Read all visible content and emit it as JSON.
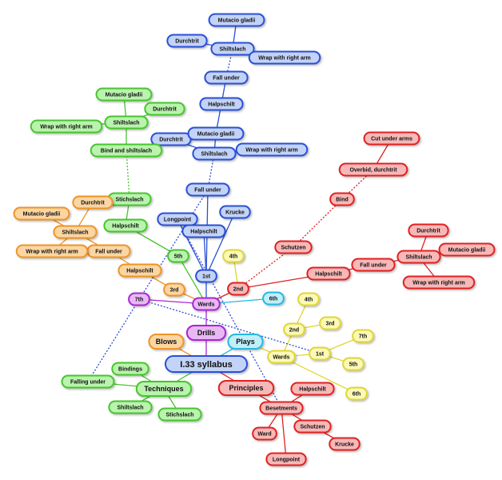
{
  "diagram": {
    "palette": {
      "blue": {
        "fill": "#c3d3f7",
        "stroke": "#2b4fd6"
      },
      "green": {
        "fill": "#b9f3ad",
        "stroke": "#47c52f"
      },
      "orange": {
        "fill": "#fbd6a3",
        "stroke": "#ee9428"
      },
      "red": {
        "fill": "#f8b8b8",
        "stroke": "#df2020"
      },
      "yellow": {
        "fill": "#fbf9b7",
        "stroke": "#e0d634"
      },
      "purple": {
        "fill": "#e8b8f5",
        "stroke": "#a826d3"
      },
      "cyan": {
        "fill": "#c0eefa",
        "stroke": "#28b8e0"
      }
    },
    "nodes": [
      {
        "id": "root",
        "label": "I.33 syllabus",
        "color": "blue"
      },
      {
        "id": "drills",
        "label": "Drills",
        "color": "purple"
      },
      {
        "id": "plays",
        "label": "Plays",
        "color": "cyan"
      },
      {
        "id": "blows",
        "label": "Blows",
        "color": "orange"
      },
      {
        "id": "principles",
        "label": "Principles",
        "color": "red"
      },
      {
        "id": "techniques",
        "label": "Techniques",
        "color": "green"
      },
      {
        "id": "w-wards",
        "label": "Wards",
        "color": "purple"
      },
      {
        "id": "w-7th",
        "label": "7th",
        "color": "purple"
      },
      {
        "id": "w-1st",
        "label": "1st",
        "color": "blue"
      },
      {
        "id": "w-2nd",
        "label": "2nd",
        "color": "red"
      },
      {
        "id": "w-3rd",
        "label": "3rd",
        "color": "orange"
      },
      {
        "id": "w-5th",
        "label": "5th",
        "color": "green"
      },
      {
        "id": "w-4th",
        "label": "4th",
        "color": "yellow"
      },
      {
        "id": "w-6th",
        "label": "6th",
        "color": "cyan"
      },
      {
        "id": "b-longpoint",
        "label": "Longpoint",
        "color": "blue"
      },
      {
        "id": "b-krucke",
        "label": "Krucke",
        "color": "blue"
      },
      {
        "id": "b-halpschilt",
        "label": "Halpschilt",
        "color": "blue"
      },
      {
        "id": "b-fallunder1",
        "label": "Fall under",
        "color": "blue"
      },
      {
        "id": "b-shiltslach1",
        "label": "Shiltslach",
        "color": "blue"
      },
      {
        "id": "b-durchtrit1",
        "label": "Durchtrit",
        "color": "blue"
      },
      {
        "id": "b-wrap1",
        "label": "Wrap with right arm",
        "color": "blue"
      },
      {
        "id": "b-mutacio1",
        "label": "Mutacio gladii",
        "color": "blue"
      },
      {
        "id": "b-halpschilt2",
        "label": "Halpschilt",
        "color": "blue"
      },
      {
        "id": "b-fallunder2",
        "label": "Fall under",
        "color": "blue"
      },
      {
        "id": "b-shiltslach2",
        "label": "Shiltslach",
        "color": "blue"
      },
      {
        "id": "b-durchtrit2",
        "label": "Durchtrit",
        "color": "blue"
      },
      {
        "id": "b-wrap2",
        "label": "Wrap with right arm",
        "color": "blue"
      },
      {
        "id": "b-mutacio2",
        "label": "Mutacio gladii",
        "color": "blue"
      },
      {
        "id": "g-halpschilt",
        "label": "Halpschilt",
        "color": "green"
      },
      {
        "id": "g-stichslach",
        "label": "Stichslach",
        "color": "green"
      },
      {
        "id": "g-bind",
        "label": "Bind and shiltslach",
        "color": "green"
      },
      {
        "id": "g-shiltslach",
        "label": "Shiltslach",
        "color": "green"
      },
      {
        "id": "g-mutacio",
        "label": "Mutacio gladii",
        "color": "green"
      },
      {
        "id": "g-durchtrit",
        "label": "Durchtrit",
        "color": "green"
      },
      {
        "id": "g-wrap",
        "label": "Wrap with right arm",
        "color": "green"
      },
      {
        "id": "o-halpschilt",
        "label": "Halpschilt",
        "color": "orange"
      },
      {
        "id": "o-fallunder",
        "label": "Fall under",
        "color": "orange"
      },
      {
        "id": "o-shiltslach",
        "label": "Shiltslach",
        "color": "orange"
      },
      {
        "id": "o-durchtrit",
        "label": "Durchtrit",
        "color": "orange"
      },
      {
        "id": "o-mutacio",
        "label": "Mutacio gladii",
        "color": "orange"
      },
      {
        "id": "o-wrap",
        "label": "Wrap with right arm",
        "color": "orange"
      },
      {
        "id": "r-schutzen",
        "label": "Schutzen",
        "color": "red"
      },
      {
        "id": "r-bind",
        "label": "Bind",
        "color": "red"
      },
      {
        "id": "r-overbid",
        "label": "Overbid, durchtrit",
        "color": "red"
      },
      {
        "id": "r-cutunder",
        "label": "Cut under arms",
        "color": "red"
      },
      {
        "id": "r-halpschilt",
        "label": "Halpschilt",
        "color": "red"
      },
      {
        "id": "r-fallunder",
        "label": "Fall under",
        "color": "red"
      },
      {
        "id": "r-shiltslach",
        "label": "Shiltslach",
        "color": "red"
      },
      {
        "id": "r-durchtrit",
        "label": "Durchtrit",
        "color": "red"
      },
      {
        "id": "r-mutacio",
        "label": "Mutacio gladii",
        "color": "red"
      },
      {
        "id": "r-wrap",
        "label": "Wrap with right arm",
        "color": "red"
      },
      {
        "id": "p-wards",
        "label": "Wards",
        "color": "yellow"
      },
      {
        "id": "p-1st",
        "label": "1st",
        "color": "yellow"
      },
      {
        "id": "p-2nd",
        "label": "2nd",
        "color": "yellow"
      },
      {
        "id": "p-3rd",
        "label": "3rd",
        "color": "yellow"
      },
      {
        "id": "p-4th",
        "label": "4th",
        "color": "yellow"
      },
      {
        "id": "p-5th",
        "label": "5th",
        "color": "yellow"
      },
      {
        "id": "p-6th",
        "label": "6th",
        "color": "yellow"
      },
      {
        "id": "p-7th",
        "label": "7th",
        "color": "yellow"
      },
      {
        "id": "pr-besetments",
        "label": "Besetments",
        "color": "red"
      },
      {
        "id": "pr-halpschilt",
        "label": "Halpschilt",
        "color": "red"
      },
      {
        "id": "pr-schutzen",
        "label": "Schutzen",
        "color": "red"
      },
      {
        "id": "pr-krucke",
        "label": "Krucke",
        "color": "red"
      },
      {
        "id": "pr-ward",
        "label": "Ward",
        "color": "red"
      },
      {
        "id": "pr-longpoint",
        "label": "Longpoint",
        "color": "red"
      },
      {
        "id": "t-bindings",
        "label": "Bindings",
        "color": "green"
      },
      {
        "id": "t-fallingunder",
        "label": "Falling under",
        "color": "green"
      },
      {
        "id": "t-shiltslach",
        "label": "Shiltslach",
        "color": "green"
      },
      {
        "id": "t-stichslach",
        "label": "Stichslach",
        "color": "green"
      }
    ],
    "edges": [
      {
        "from": "root",
        "to": "drills",
        "color": "purple",
        "style": "solid"
      },
      {
        "from": "root",
        "to": "plays",
        "color": "cyan",
        "style": "solid"
      },
      {
        "from": "root",
        "to": "blows",
        "color": "orange",
        "style": "solid"
      },
      {
        "from": "root",
        "to": "principles",
        "color": "red",
        "style": "solid"
      },
      {
        "from": "root",
        "to": "techniques",
        "color": "green",
        "style": "solid"
      },
      {
        "from": "drills",
        "to": "w-wards",
        "color": "purple",
        "style": "solid"
      },
      {
        "from": "w-wards",
        "to": "w-7th",
        "color": "purple",
        "style": "solid"
      },
      {
        "from": "w-wards",
        "to": "w-1st",
        "color": "blue",
        "style": "solid"
      },
      {
        "from": "w-wards",
        "to": "w-2nd",
        "color": "red",
        "style": "solid"
      },
      {
        "from": "w-wards",
        "to": "w-3rd",
        "color": "orange",
        "style": "solid"
      },
      {
        "from": "w-wards",
        "to": "w-5th",
        "color": "green",
        "style": "solid"
      },
      {
        "from": "w-wards",
        "to": "w-6th",
        "color": "cyan",
        "style": "solid"
      },
      {
        "from": "w-2nd",
        "to": "w-4th",
        "color": "yellow",
        "style": "solid"
      },
      {
        "from": "w-1st",
        "to": "b-longpoint",
        "color": "blue",
        "style": "solid"
      },
      {
        "from": "w-1st",
        "to": "b-krucke",
        "color": "blue",
        "style": "solid"
      },
      {
        "from": "w-1st",
        "to": "b-halpschilt",
        "color": "blue",
        "style": "solid"
      },
      {
        "from": "w-1st",
        "to": "b-fallunder1",
        "color": "blue",
        "style": "solid"
      },
      {
        "from": "b-fallunder1",
        "to": "b-shiltslach1",
        "color": "blue",
        "style": "dotted"
      },
      {
        "from": "b-shiltslach1",
        "to": "b-durchtrit1",
        "color": "blue",
        "style": "solid"
      },
      {
        "from": "b-shiltslach1",
        "to": "b-wrap1",
        "color": "blue",
        "style": "solid"
      },
      {
        "from": "b-shiltslach1",
        "to": "b-mutacio1",
        "color": "blue",
        "style": "solid"
      },
      {
        "from": "b-mutacio1",
        "to": "b-halpschilt2",
        "color": "blue",
        "style": "solid"
      },
      {
        "from": "b-halpschilt2",
        "to": "b-fallunder2",
        "color": "blue",
        "style": "solid"
      },
      {
        "from": "b-fallunder2",
        "to": "b-shiltslach2",
        "color": "blue",
        "style": "dotted"
      },
      {
        "from": "b-shiltslach2",
        "to": "b-durchtrit2",
        "color": "blue",
        "style": "solid"
      },
      {
        "from": "b-shiltslach2",
        "to": "b-wrap2",
        "color": "blue",
        "style": "solid"
      },
      {
        "from": "b-shiltslach2",
        "to": "b-mutacio2",
        "color": "blue",
        "style": "solid"
      },
      {
        "from": "w-5th",
        "to": "g-halpschilt",
        "color": "green",
        "style": "solid"
      },
      {
        "from": "g-halpschilt",
        "to": "g-stichslach",
        "color": "green",
        "style": "solid"
      },
      {
        "from": "g-stichslach",
        "to": "g-bind",
        "color": "green",
        "style": "dotted"
      },
      {
        "from": "g-bind",
        "to": "g-shiltslach",
        "color": "green",
        "style": "solid"
      },
      {
        "from": "g-shiltslach",
        "to": "g-mutacio",
        "color": "green",
        "style": "solid"
      },
      {
        "from": "g-shiltslach",
        "to": "g-durchtrit",
        "color": "green",
        "style": "solid"
      },
      {
        "from": "g-shiltslach",
        "to": "g-wrap",
        "color": "green",
        "style": "solid"
      },
      {
        "from": "w-3rd",
        "to": "o-halpschilt",
        "color": "orange",
        "style": "solid"
      },
      {
        "from": "o-halpschilt",
        "to": "o-fallunder",
        "color": "orange",
        "style": "solid"
      },
      {
        "from": "o-fallunder",
        "to": "o-shiltslach",
        "color": "orange",
        "style": "solid"
      },
      {
        "from": "o-shiltslach",
        "to": "o-durchtrit",
        "color": "orange",
        "style": "solid"
      },
      {
        "from": "o-shiltslach",
        "to": "o-mutacio",
        "color": "orange",
        "style": "solid"
      },
      {
        "from": "o-shiltslach",
        "to": "o-wrap",
        "color": "orange",
        "style": "solid"
      },
      {
        "from": "w-2nd",
        "to": "r-schutzen",
        "color": "red",
        "style": "dotted"
      },
      {
        "from": "r-schutzen",
        "to": "r-bind",
        "color": "red",
        "style": "dotted"
      },
      {
        "from": "r-bind",
        "to": "r-overbid",
        "color": "red",
        "style": "dotted"
      },
      {
        "from": "r-overbid",
        "to": "r-cutunder",
        "color": "red",
        "style": "solid"
      },
      {
        "from": "w-2nd",
        "to": "r-halpschilt",
        "color": "red",
        "style": "solid"
      },
      {
        "from": "r-halpschilt",
        "to": "r-fallunder",
        "color": "red",
        "style": "solid"
      },
      {
        "from": "r-fallunder",
        "to": "r-shiltslach",
        "color": "red",
        "style": "solid"
      },
      {
        "from": "r-shiltslach",
        "to": "r-durchtrit",
        "color": "red",
        "style": "solid"
      },
      {
        "from": "r-shiltslach",
        "to": "r-mutacio",
        "color": "red",
        "style": "solid"
      },
      {
        "from": "r-shiltslach",
        "to": "r-wrap",
        "color": "red",
        "style": "solid"
      },
      {
        "from": "plays",
        "to": "p-wards",
        "color": "yellow",
        "style": "solid"
      },
      {
        "from": "p-wards",
        "to": "p-1st",
        "color": "yellow",
        "style": "solid"
      },
      {
        "from": "p-wards",
        "to": "p-2nd",
        "color": "yellow",
        "style": "solid"
      },
      {
        "from": "p-2nd",
        "to": "p-4th",
        "color": "yellow",
        "style": "solid"
      },
      {
        "from": "p-2nd",
        "to": "p-3rd",
        "color": "yellow",
        "style": "solid"
      },
      {
        "from": "p-1st",
        "to": "p-7th",
        "color": "yellow",
        "style": "solid"
      },
      {
        "from": "p-1st",
        "to": "p-5th",
        "color": "yellow",
        "style": "solid"
      },
      {
        "from": "p-wards",
        "to": "p-6th",
        "color": "yellow",
        "style": "solid"
      },
      {
        "from": "principles",
        "to": "pr-besetments",
        "color": "red",
        "style": "solid"
      },
      {
        "from": "pr-besetments",
        "to": "pr-halpschilt",
        "color": "red",
        "style": "solid"
      },
      {
        "from": "pr-besetments",
        "to": "pr-schutzen",
        "color": "red",
        "style": "solid"
      },
      {
        "from": "pr-schutzen",
        "to": "pr-krucke",
        "color": "red",
        "style": "solid"
      },
      {
        "from": "pr-besetments",
        "to": "pr-ward",
        "color": "red",
        "style": "solid"
      },
      {
        "from": "pr-besetments",
        "to": "pr-longpoint",
        "color": "red",
        "style": "solid"
      },
      {
        "from": "techniques",
        "to": "t-bindings",
        "color": "green",
        "style": "solid"
      },
      {
        "from": "techniques",
        "to": "t-fallingunder",
        "color": "green",
        "style": "solid"
      },
      {
        "from": "techniques",
        "to": "t-shiltslach",
        "color": "green",
        "style": "solid"
      },
      {
        "from": "techniques",
        "to": "t-stichslach",
        "color": "green",
        "style": "solid"
      },
      {
        "from": "t-fallingunder",
        "to": "b-fallunder1",
        "color": "blue",
        "style": "dotted"
      },
      {
        "from": "w-7th",
        "to": "p-1st",
        "color": "blue",
        "style": "dotted"
      },
      {
        "from": "b-longpoint",
        "to": "pr-besetments",
        "color": "blue",
        "style": "dotted"
      }
    ]
  }
}
